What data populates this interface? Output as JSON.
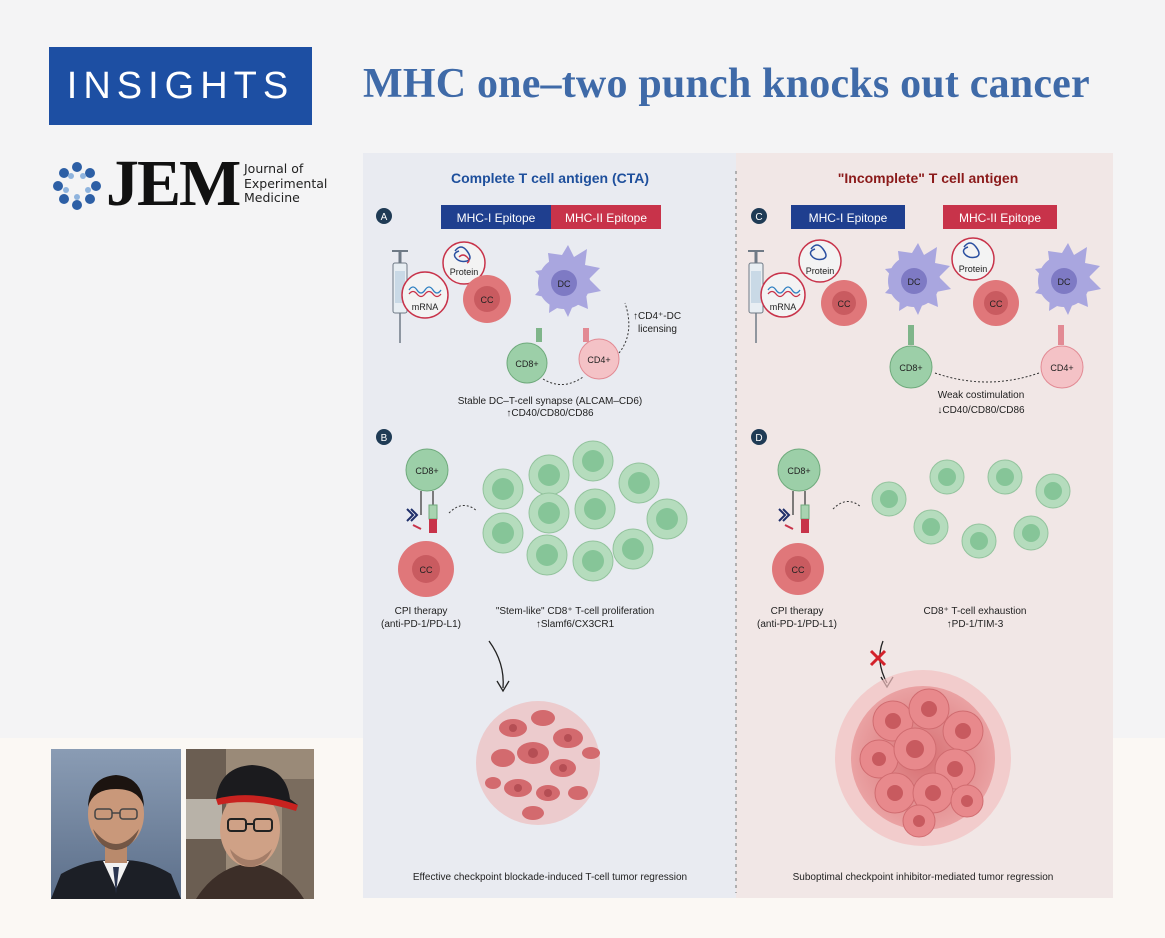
{
  "header": {
    "badge": "INSIGHTS",
    "headline": "MHC one–two punch knocks out cancer"
  },
  "journal": {
    "abbrev": "JEM",
    "name_lines": [
      "Journal of",
      "Experimental",
      "Medicine"
    ]
  },
  "figure": {
    "left_title": "Complete T cell antigen (CTA)",
    "right_title": "\"Incomplete\" T cell antigen",
    "panel_labels": [
      "A",
      "B",
      "C",
      "D"
    ],
    "epitopes": {
      "mhc1": "MHC-I Epitope",
      "mhc2": "MHC-II Epitope"
    },
    "cells": {
      "protein": "Protein",
      "mrna": "mRNA",
      "cc": "CC",
      "dc": "DC",
      "cd8": "CD8+",
      "cd4": "CD4+"
    },
    "panel_a": {
      "licensing_line1": "↑CD4⁺-DC",
      "licensing_line2": "licensing",
      "synapse_line1": "Stable DC–T-cell synapse (ALCAM–CD6)",
      "synapse_line2": "↑CD40/CD80/CD86"
    },
    "panel_b": {
      "cpi_line1": "CPI therapy",
      "cpi_line2": "(anti-PD-1/PD-L1)",
      "prolif_line1": "\"Stem-like\" CD8⁺ T-cell proliferation",
      "prolif_line2": "↑Slamf6/CX3CR1",
      "outcome": "Effective checkpoint blockade-induced T-cell tumor regression"
    },
    "panel_c": {
      "costim_line1": "Weak costimulation",
      "costim_line2": "↓CD40/CD80/CD86"
    },
    "panel_d": {
      "cpi_line1": "CPI therapy",
      "cpi_line2": "(anti-PD-1/PD-L1)",
      "exhaust_line1": "CD8⁺ T-cell exhaustion",
      "exhaust_line2": "↑PD-1/TIM-3",
      "outcome": "Suboptimal checkpoint inhibitor-mediated tumor regression"
    }
  },
  "colors": {
    "badge": "#1d4fa3",
    "headline": "#3f6aa8",
    "left_title": "#1e4f9c",
    "right_title": "#8b1a1a",
    "mhc1": "#1f3f8f",
    "mhc2": "#c8334a",
    "t_cell": "#9ccfa8",
    "dc": "#a9a6df",
    "cancer_cell": "#e0777a"
  }
}
